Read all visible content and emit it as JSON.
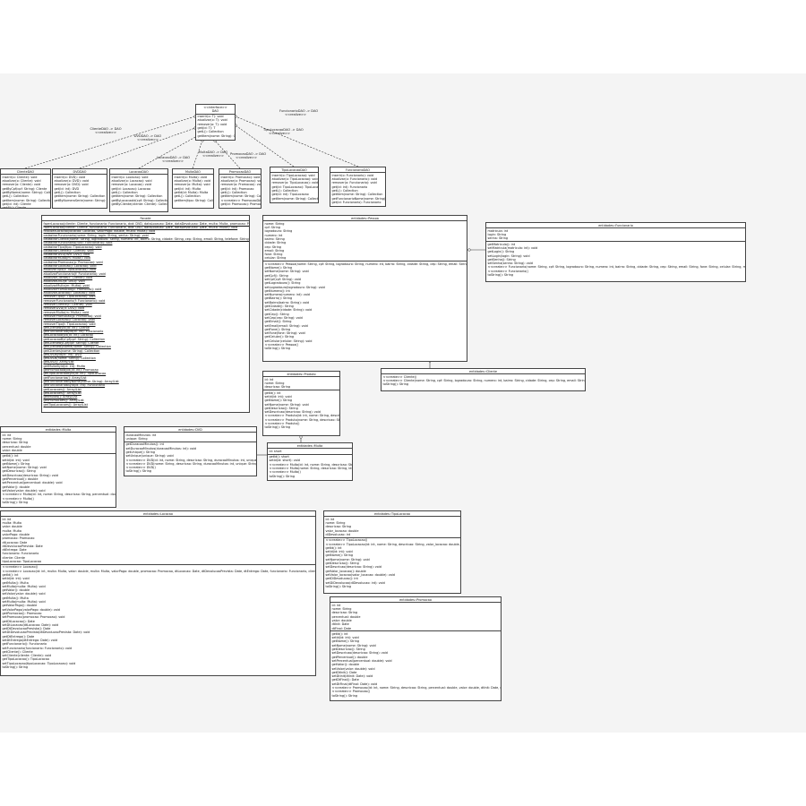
{
  "classes": [
    {
      "id": "dao",
      "stereo": "<<interface>>",
      "name": "DAO",
      "attrs": [],
      "methods": [
        "inserir(o: T): void",
        "atualizar(o: T): void",
        "remover(o: T): void",
        "get(id: T): T",
        "getL(): Collection",
        "getItem(nome: String): Collection"
      ]
    },
    {
      "id": "clientedao",
      "name": "ClienteDAO",
      "attrs": [],
      "methods": [
        "inserir(o: Cliente): void",
        "atualizar(o: Cliente): void",
        "remover(o: Cliente): void",
        "getByCpf(cpf: String): Cliente",
        "getByNome(nome: String): Collection",
        "getL(): Collection",
        "getItem(nome: String): Collection",
        "get(id: int): Cliente",
        "getAll(): Cliente"
      ]
    },
    {
      "id": "dvddao",
      "name": "DVDDAO",
      "attrs": [],
      "methods": [
        "inserir(o: DVD): void",
        "atualizar(o: DVD): void",
        "remover(o: DVD): void",
        "get(id: int): DVD",
        "getL(): Collection",
        "getItem(nome: String): Collection",
        "getByNumeroSerie(nome: String): Collection"
      ]
    },
    {
      "id": "locacaodao",
      "name": "LocacaoDAO",
      "attrs": [],
      "methods": [
        "inserir(o: Locacao): void",
        "atualizar(o: Locacao): void",
        "remover(o: Locacao): void",
        "get(id: Locacao): Locacao",
        "getL(): Collection",
        "getItem(nome: String): Collection",
        "getByLocacaoId(cpf: String): Collection",
        "getByCliente(cliente: Cliente): Collection"
      ]
    },
    {
      "id": "multadao",
      "name": "MultaDAO",
      "attrs": [],
      "methods": [
        "inserir(o: Multa): void",
        "atualizar(o: Multa): void",
        "remover(o: Multa): void",
        "get(id: int): Multa",
        "getId(id: Multa): Multa",
        "getL(): Collection",
        "getItem(tipo: String): Collection"
      ]
    },
    {
      "id": "promocaodao",
      "name": "PromocaoDAO",
      "attrs": [],
      "methods": [
        "inserir(o: Promocao): void",
        "atualizar(o: Promocao): void",
        "remover(o: Promocao): void",
        "get(id: int): Promocao",
        "getL(): Collection",
        "getItem(nome: String): Collection",
        "<<create>> PromocaoDAO()",
        "get(id: Promocao): Promocao"
      ]
    },
    {
      "id": "tipolocacaodao",
      "name": "TipoLocacaoDAO",
      "attrs": [],
      "methods": [
        "inserir(o: TipoLocacao): void",
        "atualizar(o: TipoLocacao): void",
        "remover(o: TipoLocacao): void",
        "get(id: TipoLocacao): TipoLocacao",
        "getL(): Collection",
        "get(id: int): TipoLocacao",
        "getItem(nome: String): Collection"
      ]
    },
    {
      "id": "funcionariodao",
      "name": "FuncionarioDAO",
      "attrs": [],
      "methods": [
        "inserir(o: Funcionario): void",
        "atualizar(o: Funcionario): void",
        "remover(o: Funcionario): void",
        "get(id: int): Funcionario",
        "getL(): Collection",
        "getItem(nome: String): Collection",
        "getFuncionarioNome(nome: String): Collection",
        "get(id: Funcionario): Funcionario"
      ]
    },
    {
      "id": "facade",
      "name": "Facade",
      "attrs": [],
      "methods": [
        "fazerLocacao(cliente: Cliente, funcionario: Funcionario, dvd: DVD, dataLocacao: Date, dataDevolucao: Date, multa: Multa, promocao: Promocao, tipo: TipoLocacao): void",
        "fazerLocacao(cliente: Cliente, funcionario: Funcionario, dvd: DVD, dataLocacao: Date, dataDevolucao: Date, multa: Multa): void",
        "finalizarLocacao(locacao: Locacao, valorPago: double, multa: Multa): void",
        "cadastrarFuncionario(nome: String, login: String, senha: String): void",
        "cadastrarCliente(nome: String, logradouro: String, numero: int, bairro: String, cidade: String, cep: String, email: String, telefone: String, rg: String, cpf: String): void",
        "cadastrarFuncionario(func: Funcionario): void",
        "cadastrarTipo(tipo: TipoLocacao): void",
        "cadastrarCliente(c: Cliente): void",
        "cadastrarDVD(dvd: DVD): void",
        "cadastrarMulta(m: Multa): void",
        "cadastrarPromocao(p: Promocao): void",
        "cadastrarLocacao(l: Locacao): void",
        "atualizarTipo(t: TipoLocacao): void",
        "atualizarFuncionario(f: Funcionario): void",
        "atualizarCliente(c: Cliente): void",
        "atualizarDVD(d: DVD): void",
        "atualizarMulta(m: Multa): void",
        "atualizarPromocao(p: Promocao): void",
        "atualizarLocacao(l: Locacao): void",
        "removerTipo(t: TipoLocacao): void",
        "removerFuncionario(f: Funcionario): void",
        "removerCliente(c: Cliente): void",
        "removerDVD(d: DVD): void",
        "removerMulta(m: Multa): void",
        "removerPromocao(p: Promocao): void",
        "removerLocacao(l: Locacao): void",
        "removerTipo(t: TipoLocacao): void",
        "getClienteById(id: int): Cliente",
        "getFuncionarioById(id: int): Funcionario",
        "getLocacaoById(id: int): Locacao",
        "getLocacaoByCpf(cpf: String): Collection",
        "getClienteByCpf(cpf: String): Cliente",
        "getClienteByNome(nome: String): Collection",
        "getClientes(nome: String): Collection",
        "getDVDById(id: int): DVD",
        "getDVDs(nome: String): Collection",
        "getDVD(): Array/List",
        "getMultaById(id: int): Multa",
        "getPromocaoById(id: int): Promocao",
        "getTipoLocacaoById(id: int): TipoLocacao",
        "getFuncionarios(): Array/List",
        "getFuncionariosByNome(nome: String): Array/List",
        "getFuncionariosById(id: int): Funcionario",
        "getLocacoes(): Array/List",
        "getLocacoes(): Array/List",
        "getMultas(): Array/List",
        "getPromocoes(): Array/List",
        "getTipoLocacoes(): Array/List"
      ]
    },
    {
      "id": "pessoa",
      "name": "entidades::Pessoa",
      "attrs": [
        "nome: String",
        "cpf: String",
        "logradouro: String",
        "numero: int",
        "bairro: String",
        "cidade: String",
        "cep: String",
        "email: String",
        "fone: String",
        "celular: String"
      ],
      "methods": [
        "<<create>> Pessoa(nome: String, cpf: String, logradouro: String, numero: int, bairro: String, cidade: String, cep: String, email: String, fone: String, celular: String)",
        "getNome(): String",
        "setNome(nome: String): void",
        "getCpf(): String",
        "setCpf(cpf: String): void",
        "getLogradouro(): String",
        "setLogradouro(logradouro: String): void",
        "getNumero(): int",
        "setNumero(numero: int): void",
        "getBairro(): String",
        "setBairro(bairro: String): void",
        "getCidade(): String",
        "setCidade(cidade: String): void",
        "getCep(): String",
        "setCep(cep: String): void",
        "getEmail(): String",
        "setEmail(email: String): void",
        "getFone(): String",
        "setFone(fone: String): void",
        "getCelular(): String",
        "setCelular(celular: String): void",
        "<<create>> Pessoa()",
        "toString(): String"
      ]
    },
    {
      "id": "funcionario",
      "name": "entidades::Funcionario",
      "attrs": [
        "matricula: int",
        "login: String",
        "senha: String"
      ],
      "methods": [
        "getMatricula(): int",
        "setMatricula(matricula: int): void",
        "getLogin(): String",
        "setLogin(login: String): void",
        "getSenha(): String",
        "setSenha(senha: String): void",
        "<<create>> Funcionario(nome: String, cpf: String, logradouro: String, numero: int, bairro: String, cidade: String, cep: String, email: String, fone: String, celular: String, matricula: int, login: String, senha: String)",
        "<<create>> Funcionario()",
        "toString(): String"
      ]
    },
    {
      "id": "produto",
      "name": "entidades::Produto",
      "attrs": [
        "id: int",
        "nome: String",
        "descricao: String"
      ],
      "methods": [
        "getId(): int",
        "setId(id: int): void",
        "getNome(): String",
        "setNome(nome: String): void",
        "getDescricao(): String",
        "setDescricao(descricao: String): void",
        "<<create>> Produto(id: int, nome: String, descricao: String)",
        "<<create>> Produto(nome: String, descricao: String)",
        "<<create>> Produto()",
        "toString(): String"
      ]
    },
    {
      "id": "cliente",
      "name": "entidades::Cliente",
      "attrs": [],
      "methods": [
        "<<create>> Cliente()",
        "<<create>> Cliente(nome: String, cpf: String, logradouro: String, numero: int, bairro: String, cidade: String, cep: String, email: String, fone: String, celular: String)",
        "toString(): String"
      ]
    },
    {
      "id": "multa",
      "name": "entidades::Multa",
      "attrs": [
        "id: int",
        "nome: String",
        "descricao: String",
        "percentual: double",
        "valor: double"
      ],
      "methods": [
        "getId(): int",
        "setId(id: int): void",
        "getNome(): String",
        "setNome(nome: String): void",
        "getDescricao(): String",
        "setDescricao(descricao: String): void",
        "getPercentual(): double",
        "setPercentual(percentual: double): void",
        "getValor(): double",
        "setValor(valor: double): void",
        "<<create>> Multa(id: int, nome: String, descricao: String, percentual: double, valor: double)",
        "<<create>> Multa()",
        "toString(): String"
      ]
    },
    {
      "id": "dvd",
      "name": "entidades::DVD",
      "attrs": [
        "duracaoMinutos: int",
        "unique: String"
      ],
      "methods": [
        "getDuracaoMinutos(): int",
        "setDuracaoMinutos(duracaoMinutos: int): void",
        "getUnique(): String",
        "setUnique(unique: String): void",
        "<<create>> DVD(id: int, nome: String, descricao: String, duracaoMinutos: int, unique: String)",
        "<<create>> DVD(nome: String, descricao: String, duracaoMinutos: int, unique: String)",
        "<<create>> DVD()",
        "toString(): String"
      ]
    },
    {
      "id": "dvdsmall",
      "name": "entidades::Multa",
      "attrs": [
        "id: short"
      ],
      "methods": [
        "getId(): short",
        "setId(id: short): void",
        "<<create>> Multa(id: int, nome: String, descricao: String, id: short)",
        "<<create>> Multa(nome: String, descricao: String, id: short)",
        "<<create>> Multa()",
        "toString(): String"
      ]
    },
    {
      "id": "locacao",
      "name": "entidades::Locacao",
      "attrs": [
        "id: int",
        "multa: Multa",
        "valor: double",
        "multa: Multa",
        "valorPago: double",
        "promocao: Promocao",
        "dtLocacao: Date",
        "dtDevolucaoPrevista: Date",
        "dtEntrega: Date",
        "funcionario: Funcionario",
        "cliente: Cliente",
        "tipoLocacao: TipoLocacao"
      ],
      "methods": [
        "<<create>> Locacao()",
        "<<create>> Locacao(id: int, multa: Multa, valor: double, multa: Multa, valorPago: double, promocao: Promocao, dtLocacao: Date, dtDevolucaoPrevista: Date, dtEntrega: Date, funcionario: Funcionario, cliente: Cliente, tipoLocacao: TipoLocacao)",
        "getId(): int",
        "setId(id: int): void",
        "getMulta(): Multa",
        "setMulta(multa: Multa): void",
        "getValor(): double",
        "setValor(valor: double): void",
        "getMulta(): Multa",
        "setMulta(multa: Multa): void",
        "getValorPago(): double",
        "setValorPago(valorPago: double): void",
        "getPromocao(): Promocao",
        "setPromocao(promocao: Promocao): void",
        "getDtLocacao(): Date",
        "setDtLocacao(dtLocacao: Date): void",
        "getDtDevolucaoPrevista(): Date",
        "setDtDevolucaoPrevista(dtDevolucaoPrevista: Date): void",
        "getDtEntrega(): Date",
        "setDtEntrega(dtEntrega: Date): void",
        "getFuncionario(): Funcionario",
        "setFuncionario(funcionario: Funcionario): void",
        "getCliente(): Cliente",
        "setCliente(cliente: Cliente): void",
        "getTipoLocacao(): TipoLocacao",
        "setTipoLocacao(tipoLocacao: TipoLocacao): void",
        "toString(): String"
      ]
    },
    {
      "id": "tipolocacao",
      "name": "entidades::TipoLocacao",
      "attrs": [
        "id: int",
        "nome: String",
        "descricao: String",
        "valor_locacao: double",
        "diDevolucao: int"
      ],
      "methods": [
        "<<create>> TipoLocacao()",
        "<<create>> TipoLocacao(id: int, nome: String, descricao: String, valor_locacao: double, diDevolucao: int)",
        "getId(): int",
        "setId(id: int): void",
        "getNome(): String",
        "setNome(nome: String): void",
        "getDescricao(): String",
        "setDescricao(descricao: String): void",
        "getValor_locacao(): double",
        "setValor_locacao(valor_locacao: double): void",
        "getDiDevolucao(): int",
        "setDiDevolucao(diDevolucao: int): void",
        "toString(): String"
      ]
    },
    {
      "id": "promocao",
      "name": "entidades::Promocao",
      "attrs": [
        "id: int",
        "nome: String",
        "descricao: String",
        "percentual: double",
        "valor: double",
        "dtInit: Date",
        "dtFinal: Date"
      ],
      "methods": [
        "getId(): int",
        "setId(id: int): void",
        "getNome(): String",
        "setNome(nome: String): void",
        "getDescricao(): String",
        "setDescricao(descricao: String): void",
        "getPercentual(): double",
        "setPercentual(percentual: double): void",
        "getValor(): double",
        "setValor(valor: double): void",
        "getDtInit(): Date",
        "setDtInit(dtInit: Date): void",
        "getDtFinal(): Date",
        "setDtFinal(dtFinal: Date): void",
        "<<create>> Promocao(id: int, nome: String, descricao: String, percentual: double, valor: double, dtInit: Date, dtFinal: Date)",
        "<<create>> Promocao()",
        "toString(): String"
      ]
    }
  ],
  "labels": {
    "clientedao": "ClienteDAO -> DAO\n<<realize>>",
    "dvddao": "DVDDAO -> DAO\n<<realize>>",
    "locacaodao": "LocacaoDAO -> DAO\n<<realize>>",
    "multadao": "MultaDAO -> DAO\n<<realize>>",
    "promocaodao": "PromocaoDAO -> DAO\n<<realize>>",
    "tipolocacaodao": "TipoLocacaoDAO -> DAO\n<<realize>>",
    "funcionariodao": "FuncionarioDAO -> DAO\n<<realize>>"
  }
}
